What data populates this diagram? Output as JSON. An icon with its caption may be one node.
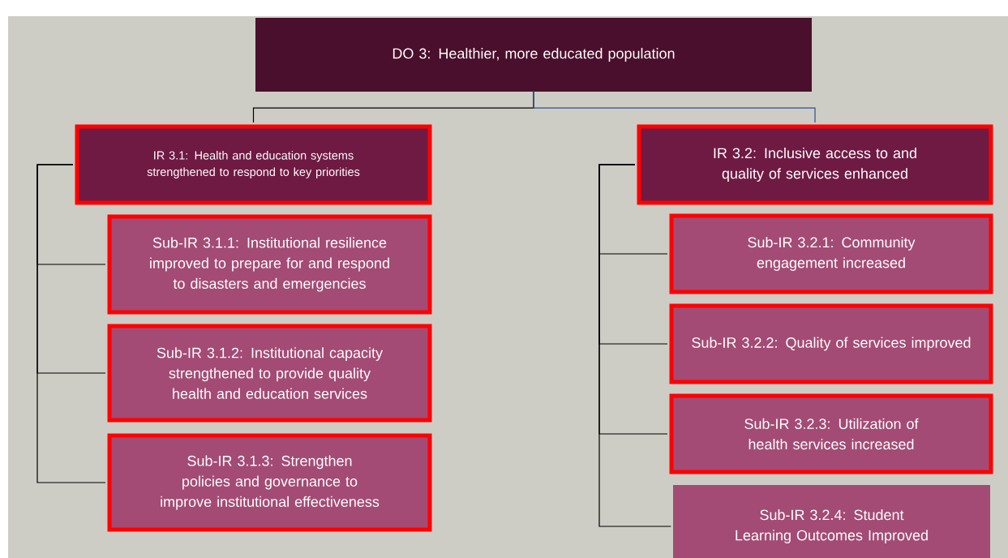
{
  "diagram": {
    "nodes": [
      {
        "text": [
          "DO 3: Healthier, more educated population"
        ]
      },
      {
        "text": [
          "IR 3.1: Health and education systems strengthened to respond to key priorities"
        ]
      },
      {
        "text": [
          "Sub-IR 3.1.1: Institutional resilience improved to prepare for and respond to disasters and emergencies"
        ]
      },
      {
        "text": [
          "Sub-IR 3.1.2: Institutional capacity strengthened to provide quality health and education services"
        ]
      },
      {
        "text": [
          "Sub-IR 3.1.3: Strengthen policies and governance to improve institutional effectiveness"
        ]
      },
      {
        "text": [
          "IR 3.2: Inclusive access to and quality of services enhanced"
        ]
      },
      {
        "text": [
          "Sub-IR 3.2.1: Community engagement increased"
        ]
      },
      {
        "text": [
          "Sub-IR 3.2.2: Quality of services improved"
        ]
      },
      {
        "text": [
          "Sub-IR 3.2.3: Utilization of health services increased"
        ]
      },
      {
        "text": [
          "Sub-IR 3.2.4: Student Learning Outcomes Improved"
        ]
      }
    ],
    "edges": [
      {
        "from": 0,
        "to": 1,
        "arrow": "none"
      },
      {
        "from": 0,
        "to": 5,
        "arrow": "none",
        "color": "#2e4f8a"
      },
      {
        "from": 1,
        "to": 2,
        "arrow": "none"
      },
      {
        "from": 1,
        "to": 3,
        "arrow": "none"
      },
      {
        "from": 1,
        "to": 4,
        "arrow": "none"
      },
      {
        "from": 5,
        "to": 6,
        "arrow": "none"
      },
      {
        "from": 5,
        "to": 7,
        "arrow": "none"
      },
      {
        "from": 5,
        "to": 8,
        "arrow": "none"
      },
      {
        "from": 5,
        "to": 9,
        "arrow": "none"
      }
    ]
  }
}
